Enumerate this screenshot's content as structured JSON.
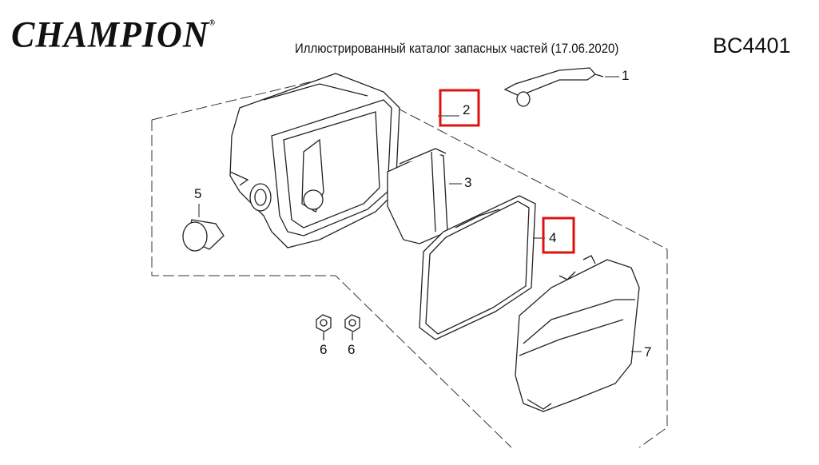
{
  "header": {
    "brand": "CHAMPION",
    "brand_mark": "®",
    "title": "Иллюстрированный каталог запасных частей (17.06.2020)",
    "model": "BC4401"
  },
  "diagram": {
    "highlight_color": "#e01010",
    "callouts": [
      {
        "number": "1",
        "part": "breather-tube"
      },
      {
        "number": "2",
        "part": "air-filter-base",
        "highlighted": true
      },
      {
        "number": "3",
        "part": "foam-prefilter"
      },
      {
        "number": "4",
        "part": "filter-element",
        "highlighted": true
      },
      {
        "number": "5",
        "part": "plug"
      },
      {
        "number": "6",
        "part": "nut"
      },
      {
        "number": "6",
        "part": "nut"
      },
      {
        "number": "7",
        "part": "air-filter-cover"
      }
    ]
  }
}
